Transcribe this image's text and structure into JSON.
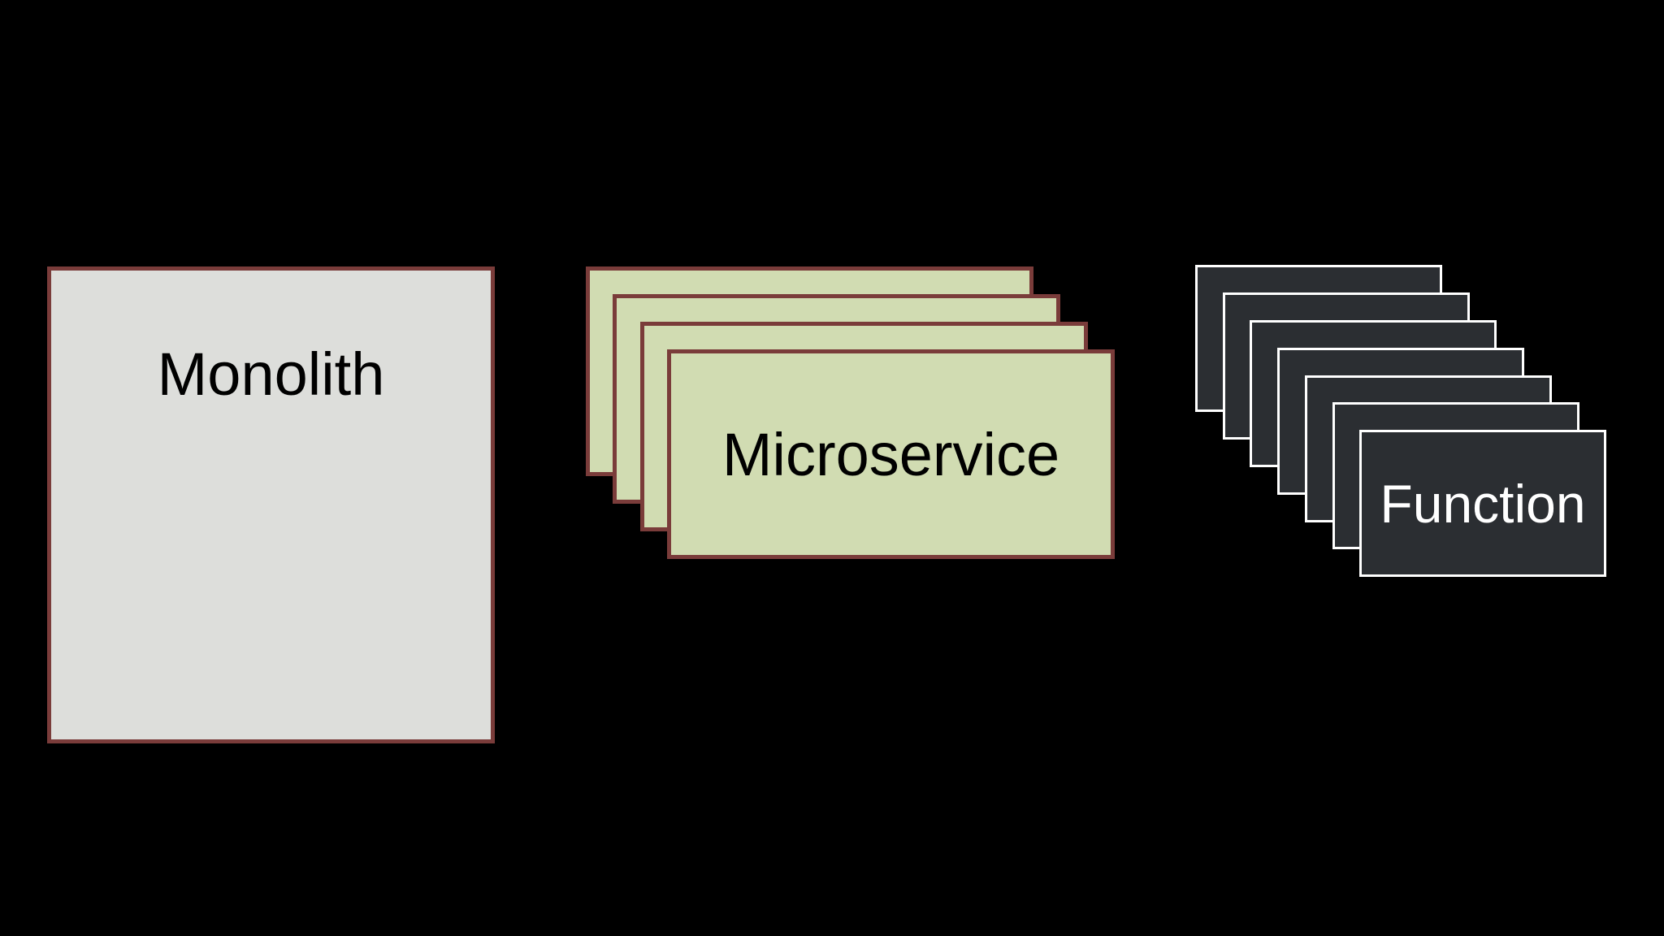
{
  "colors": {
    "background": "#000000",
    "monolith_fill": "#dddedb",
    "microservice_fill": "#d1dcb2",
    "function_fill": "#2b2e32",
    "card_border": "#7a3c3a",
    "function_border": "#ffffff"
  },
  "monolith": {
    "label": "Monolith"
  },
  "microservices": {
    "label": "Microservice",
    "stack_count": 4
  },
  "functions": {
    "label": "Function",
    "stack_count": 7
  }
}
